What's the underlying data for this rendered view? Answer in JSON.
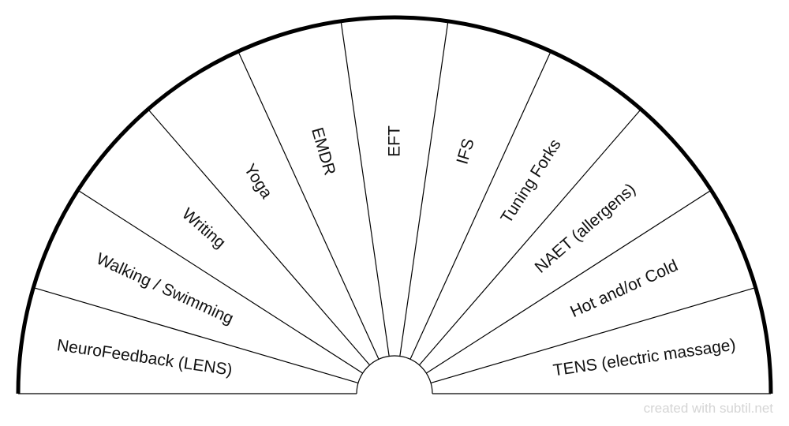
{
  "chart_data": {
    "type": "pie",
    "variant": "semicircle-fan",
    "categories": [
      "NeuroFeedback (LENS)",
      "Walking / Swimming",
      "Writing",
      "Yoga",
      "EMDR",
      "EFT",
      "IFS",
      "Tuning Forks",
      "NAET (allergens)",
      "Hot and/or Cold",
      "TENS (electric massage)"
    ],
    "values": [
      1,
      1,
      1,
      1,
      1,
      1,
      1,
      1,
      1,
      1,
      1
    ],
    "order": "left-to-right",
    "colors": {
      "fill": "#ffffff",
      "outline": "#000000",
      "divider": "#000000",
      "text": "#111111"
    }
  },
  "watermark": "created with subtil.net"
}
